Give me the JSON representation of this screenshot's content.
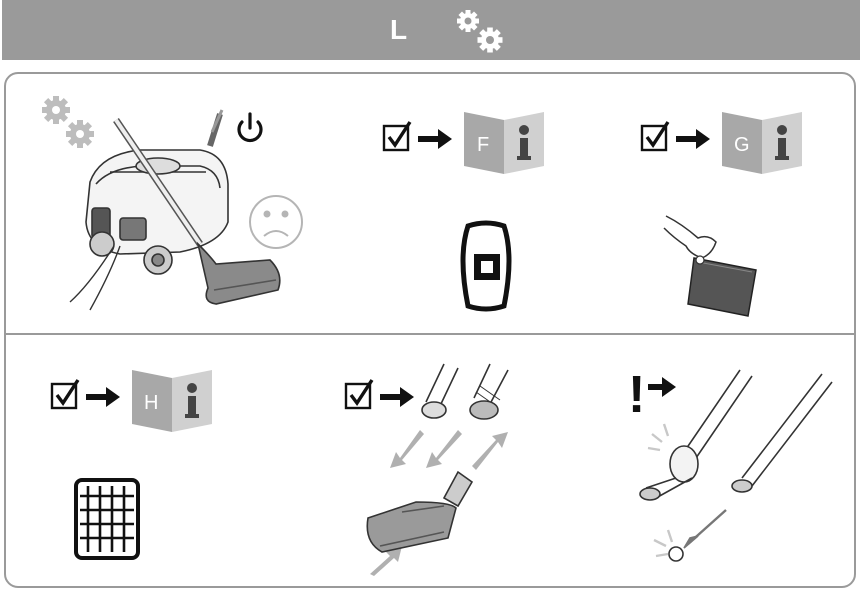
{
  "header": {
    "letter": "L",
    "icon": "gears-icon",
    "background": "#9a9a9a"
  },
  "steps": [
    {
      "id": "step-1",
      "icons": [
        "gears-icon",
        "vacuum-cleaner-illustration",
        "power-icon",
        "sad-face-icon"
      ]
    },
    {
      "id": "step-2",
      "manual_letter": "F",
      "icons": [
        "checkbox-icon",
        "arrow-right-icon",
        "manual-icon",
        "dust-bag-icon"
      ]
    },
    {
      "id": "step-3",
      "manual_letter": "G",
      "icons": [
        "checkbox-icon",
        "arrow-right-icon",
        "manual-icon",
        "hand-bag-illustration"
      ]
    },
    {
      "id": "step-4",
      "manual_letter": "H",
      "icons": [
        "checkbox-icon",
        "arrow-right-icon",
        "manual-icon",
        "filter-icon"
      ]
    },
    {
      "id": "step-5",
      "icons": [
        "checkbox-icon",
        "arrow-right-icon",
        "tube-illustration",
        "nozzle-illustration"
      ]
    },
    {
      "id": "step-6",
      "warning": "!",
      "icons": [
        "warning-icon",
        "arrow-right-icon",
        "blocked-tube-illustration"
      ]
    }
  ]
}
